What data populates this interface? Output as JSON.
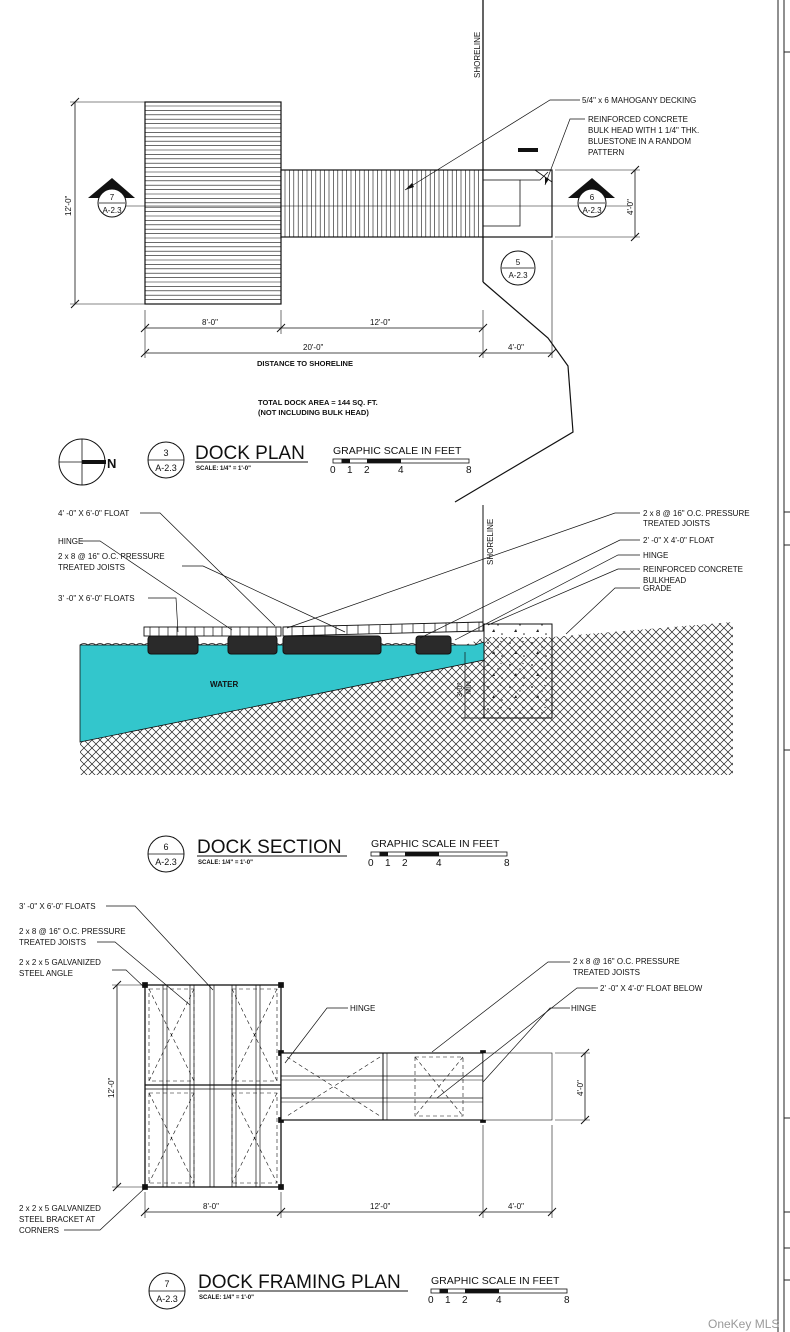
{
  "plan": {
    "shoreline": "SHORELINE",
    "decking_note": "5/4\" x 6 MAHOGANY DECKING",
    "bulkhead_note": [
      "REINFORCED CONCRETE",
      "BULK HEAD WITH 1 1/4\" THK.",
      "BLUESTONE IN A RANDOM",
      "PATTERN"
    ],
    "dim_12": "12'-0\"",
    "dim_4": "4'-0\"",
    "dim_8_bottom": "8'-0\"",
    "dim_12_bottom": "12'-0\"",
    "dim_20": "20'-0\"",
    "dim_4_bottom": "4'-0\"",
    "distance_label": "DISTANCE TO SHORELINE",
    "area_line1": "TOTAL DOCK AREA = 144 SQ. FT.",
    "area_line2": "(NOT INCLUDING BULK HEAD)",
    "callout_left": {
      "num": "7",
      "sheet": "A-2.3"
    },
    "callout_right": {
      "num": "6",
      "sheet": "A-2.3"
    },
    "callout_detail": {
      "num": "5",
      "sheet": "A-2.3"
    },
    "north": "N",
    "title_num": "3",
    "title_sheet": "A-2.3",
    "title": "DOCK PLAN",
    "scale_note": "SCALE:  1/4\" = 1'-0\"",
    "graphic_scale": "GRAPHIC SCALE IN FEET",
    "scale_ticks": [
      "0",
      "1",
      "2",
      "4",
      "8"
    ]
  },
  "section": {
    "float_4x6": "4' -0\" X 6'-0\" FLOAT",
    "hinge_left": "HINGE",
    "joists_left": [
      "2 x 8 @ 16\" O.C. PRESSURE",
      "TREATED JOISTS"
    ],
    "floats_3x6": "3' -0\" X 6'-0\" FLOATS",
    "joists_right": [
      "2 x 8 @ 16\" O.C. PRESSURE",
      "TREATED JOISTS"
    ],
    "float_2x4": "2' -0\" X 4'-0\" FLOAT",
    "hinge_right": "HINGE",
    "bulkhead": [
      "REINFORCED CONCRETE",
      "BULKHEAD"
    ],
    "grade": "GRADE",
    "shoreline": "SHORELINE",
    "water": "WATER",
    "min_dim": "3'-0\"",
    "min_text": "MIN.",
    "title_num": "6",
    "title_sheet": "A-2.3",
    "title": "DOCK SECTION",
    "scale_note": "SCALE:  1/4\" = 1'-0\"",
    "graphic_scale": "GRAPHIC SCALE IN FEET",
    "scale_ticks": [
      "0",
      "1",
      "2",
      "4",
      "8"
    ]
  },
  "framing": {
    "floats_3x6": "3' -0\" X 6'-0\" FLOATS",
    "joists_left": [
      "2 x 8 @ 16\" O.C. PRESSURE",
      "TREATED JOISTS"
    ],
    "angle": [
      "2 x 2 x 5 GALVANIZED",
      "STEEL ANGLE"
    ],
    "hinge_left": "HINGE",
    "joists_right": [
      "2 x 8 @ 16\" O.C. PRESSURE",
      "TREATED JOISTS"
    ],
    "float_below": "2' -0\" X 4'-0\" FLOAT BELOW",
    "hinge_right": "HINGE",
    "bracket": [
      "2 x 2 x 5 GALVANIZED",
      "STEEL BRACKET AT",
      "CORNERS"
    ],
    "dim_12": "12'-0\"",
    "dim_4": "4'-0\"",
    "dim_8_bottom": "8'-0\"",
    "dim_12_bottom": "12'-0\"",
    "dim_4_bottom": "4'-0\"",
    "title_num": "7",
    "title_sheet": "A-2.3",
    "title": "DOCK FRAMING PLAN",
    "scale_note": "SCALE:  1/4\" = 1'-0\"",
    "graphic_scale": "GRAPHIC SCALE IN FEET",
    "scale_ticks": [
      "0",
      "1",
      "2",
      "4",
      "8"
    ]
  },
  "watermark": "OneKey MLS",
  "colors": {
    "water": "#33c6cc",
    "ink": "#111111"
  }
}
